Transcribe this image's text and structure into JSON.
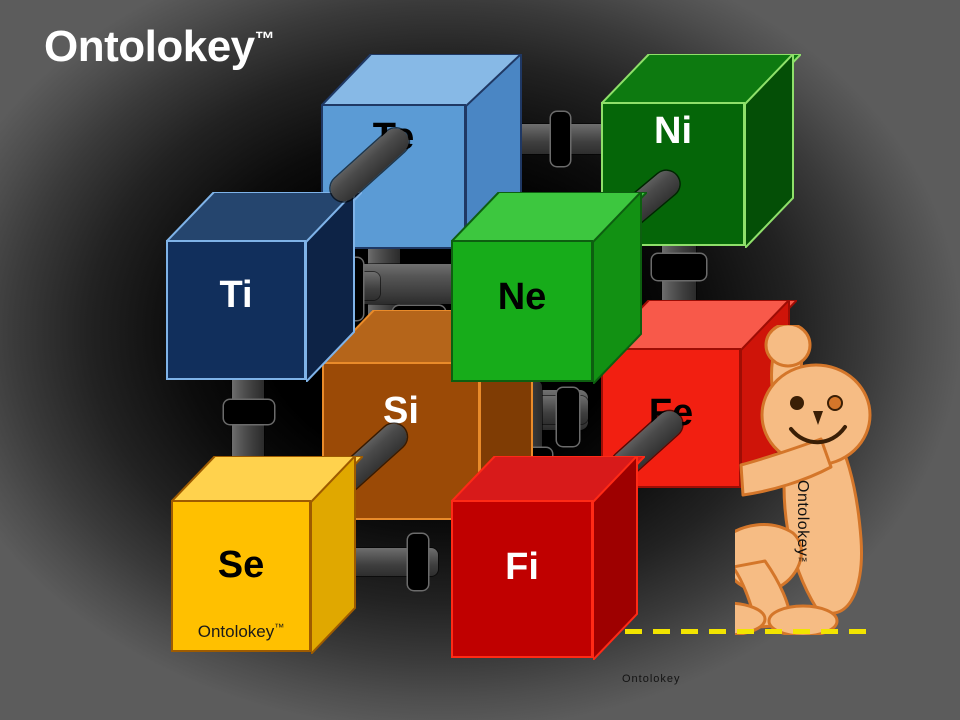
{
  "title": {
    "text": "Ontolokey",
    "tm": "™"
  },
  "brand": {
    "name": "Ontolokey",
    "tm": "™"
  },
  "footnote": {
    "text": "Ontolokey"
  },
  "figure": {
    "body_label": "Ontolokey",
    "body_label_tm": "™",
    "skin_color": "#f6bc84",
    "outline_color": "#d4762a"
  },
  "dashed_line": {
    "color": "#f2e400"
  },
  "cubes": [
    {
      "id": "te",
      "label": "Te",
      "front_color": "#5b9bd5",
      "top_color": "#87b9e6",
      "side_color": "#4a86c4",
      "edge_color": "#1f3864",
      "text_color": "#000000"
    },
    {
      "id": "ni",
      "label": "Ni",
      "front_color": "#056608",
      "top_color": "#0d7a10",
      "side_color": "#044f06",
      "edge_color": "#8fe06a",
      "text_color": "#ffffff"
    },
    {
      "id": "ti",
      "label": "Ti",
      "front_color": "#112f5c",
      "top_color": "#25456e",
      "side_color": "#0d2346",
      "edge_color": "#7fb3e8",
      "text_color": "#ffffff"
    },
    {
      "id": "ne",
      "label": "Ne",
      "front_color": "#17ac1a",
      "top_color": "#3dc73f",
      "side_color": "#129113",
      "edge_color": "#0d5f10",
      "text_color": "#000000"
    },
    {
      "id": "si",
      "label": "Si",
      "front_color": "#9b4a06",
      "top_color": "#b5651a",
      "side_color": "#7f3c04",
      "edge_color": "#e98b2a",
      "text_color": "#ffffff"
    },
    {
      "id": "fe",
      "label": "Fe",
      "front_color": "#f21f11",
      "top_color": "#f8594a",
      "side_color": "#cf1409",
      "edge_color": "#9e0d05",
      "text_color": "#000000"
    },
    {
      "id": "se",
      "label": "Se",
      "label_secondary": "Ontolokey",
      "label_secondary_tm": "™",
      "front_color": "#ffc000",
      "top_color": "#ffd24d",
      "side_color": "#e0a800",
      "edge_color": "#9e5b00",
      "text_color": "#000000"
    },
    {
      "id": "fi",
      "label": "Fi",
      "front_color": "#c00000",
      "top_color": "#d81a1a",
      "side_color": "#9e0000",
      "edge_color": "#ff2a16",
      "text_color": "#ffffff"
    }
  ]
}
